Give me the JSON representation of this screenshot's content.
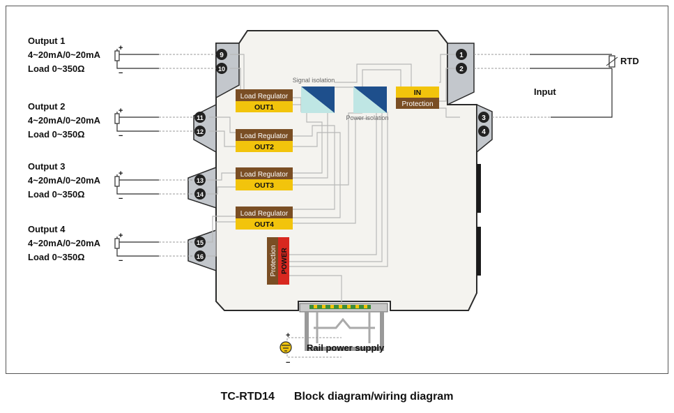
{
  "outputs": [
    {
      "title": "Output 1",
      "range": "4~20mA/0~20mA",
      "load": "Load 0~350Ω"
    },
    {
      "title": "Output 2",
      "range": "4~20mA/0~20mA",
      "load": "Load 0~350Ω"
    },
    {
      "title": "Output 3",
      "range": "4~20mA/0~20mA",
      "load": "Load 0~350Ω"
    },
    {
      "title": "Output 4",
      "range": "4~20mA/0~20mA",
      "load": "Load 0~350Ω"
    }
  ],
  "polarity": {
    "plus": "+",
    "minus": "−"
  },
  "terminals": {
    "left": [
      "9",
      "10",
      "11",
      "12",
      "13",
      "14",
      "15",
      "16"
    ],
    "right": [
      "1",
      "2",
      "3",
      "4"
    ]
  },
  "blocks": {
    "load_regulator": "Load Regulator",
    "out_labels": [
      "OUT1",
      "OUT2",
      "OUT3",
      "OUT4"
    ],
    "in_label": "IN",
    "protection": "Protection",
    "power_protection": "Protection",
    "power": "POWER",
    "signal_isolation": "Signal isolation",
    "power_isolation": "Power isolation"
  },
  "input": {
    "sensor": "RTD",
    "label": "Input"
  },
  "rail_power": "Rail power supply",
  "caption": {
    "model": "TC-RTD14",
    "title": "Block diagram/wiring diagram"
  },
  "colors": {
    "brown": "#7a4e24",
    "yellow": "#f2c40c",
    "red": "#d8281f",
    "isolator_blue": "#1e4f8c",
    "isolator_teal": "#bfe6e4",
    "housing": "#f4f3ef",
    "terminal_gray": "#c3c7cc"
  }
}
